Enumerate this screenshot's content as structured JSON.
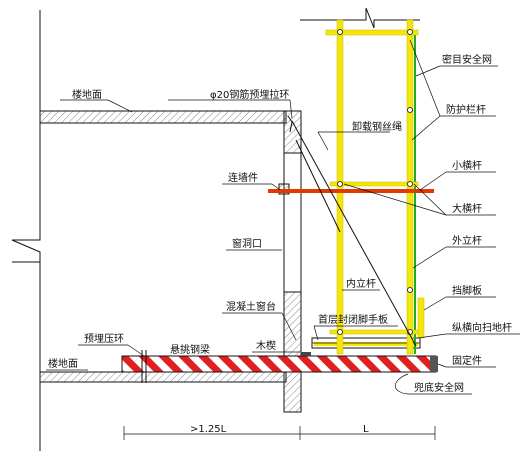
{
  "colors": {
    "pole": "#f5e60a",
    "pole_edge": "#c9b800",
    "net": "#22aa22",
    "tie_bar": "#e03a00",
    "beam_stripe": "#e02020",
    "hatch": "#888888",
    "outline": "#111111"
  },
  "labels": {
    "floor_upper": "楼地面",
    "floor_lower": "楼地面",
    "tie_ring": "φ20钢筋预埋拉环",
    "unload_rope": "卸载钢丝绳",
    "wall_tie": "连墙件",
    "window_opening": "窗洞口",
    "sill": "混凝土窗台",
    "inner_pole": "内立杆",
    "first_deck": "首层封闭脚手板",
    "pressure_ring": "预埋压环",
    "cantilever_beam": "悬挑钢梁",
    "wood_block": "木楔",
    "mesh_net": "密目安全网",
    "guard_rail": "防护栏杆",
    "small_bar": "小横杆",
    "big_bar": "大横杆",
    "outer_pole": "外立杆",
    "toe_board": "挡脚板",
    "sweep_bar": "纵横向扫地杆",
    "fixing": "固定件",
    "bottom_net": "兜底安全网"
  },
  "dimensions": {
    "left": ">1.25L",
    "right": "L"
  }
}
